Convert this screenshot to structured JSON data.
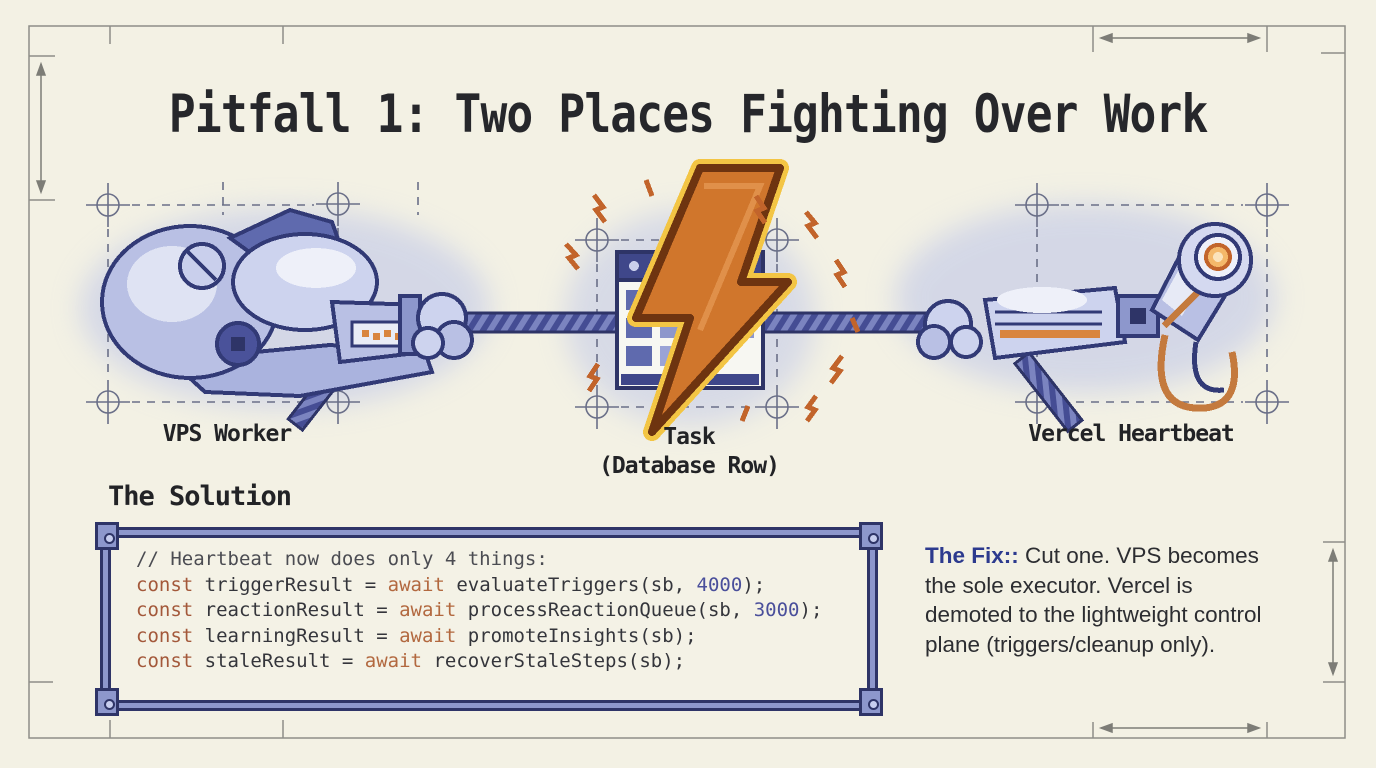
{
  "header": {
    "title": "Pitfall 1: Two Places Fighting Over Work"
  },
  "diagram": {
    "left_label": "VPS Worker",
    "center_label": "Task",
    "center_sublabel": "(Database Row)",
    "right_label": "Vercel Heartbeat",
    "icons": [
      "robot-arm-left",
      "tug-of-war-rope",
      "lightning-bolt",
      "task-database-window",
      "robot-arm-right",
      "blueprint-frame",
      "registration-crosshairs",
      "sparks"
    ]
  },
  "solution": {
    "heading": "The Solution",
    "code_lines": [
      [
        {
          "c": "comment",
          "t": "// Heartbeat now does only 4 things:"
        }
      ],
      [
        {
          "c": "keyword",
          "t": "const"
        },
        {
          "c": "plain",
          "t": " triggerResult = "
        },
        {
          "c": "keyword2",
          "t": "await"
        },
        {
          "c": "plain",
          "t": " evaluateTriggers(sb, "
        },
        {
          "c": "number",
          "t": "4000"
        },
        {
          "c": "plain",
          "t": ");"
        }
      ],
      [
        {
          "c": "keyword",
          "t": "const"
        },
        {
          "c": "plain",
          "t": " reactionResult = "
        },
        {
          "c": "keyword2",
          "t": "await"
        },
        {
          "c": "plain",
          "t": " processReactionQueue(sb, "
        },
        {
          "c": "number",
          "t": "3000"
        },
        {
          "c": "plain",
          "t": ");"
        }
      ],
      [
        {
          "c": "keyword",
          "t": "const"
        },
        {
          "c": "plain",
          "t": " learningResult = "
        },
        {
          "c": "keyword2",
          "t": "await"
        },
        {
          "c": "plain",
          "t": " promoteInsights(sb);"
        }
      ],
      [
        {
          "c": "keyword",
          "t": "const"
        },
        {
          "c": "plain",
          "t": " staleResult = "
        },
        {
          "c": "keyword2",
          "t": "await"
        },
        {
          "c": "plain",
          "t": " recoverStaleSteps(sb);"
        }
      ]
    ]
  },
  "fix": {
    "label": "The Fix::",
    "text": "Cut one. VPS becomes the sole executor. Vercel is demoted to the lightweight control plane (triggers/cleanup only)."
  },
  "colors": {
    "background": "#f3f1e4",
    "ink": "#26272b",
    "blueprint_line": "#8e8e88",
    "pixel_navy": "#2e3467",
    "periwinkle": "#8d97cc",
    "arm_light": "#cdd3ee",
    "bolt_orange": "#d0762c",
    "bolt_border_brown": "#6e3410",
    "bolt_yellow": "#f3c544",
    "spark_orange": "#c2642b",
    "code_keyword": "#a3583a",
    "code_number": "#4a4f9b",
    "fix_label_navy": "#2c3a8e"
  }
}
